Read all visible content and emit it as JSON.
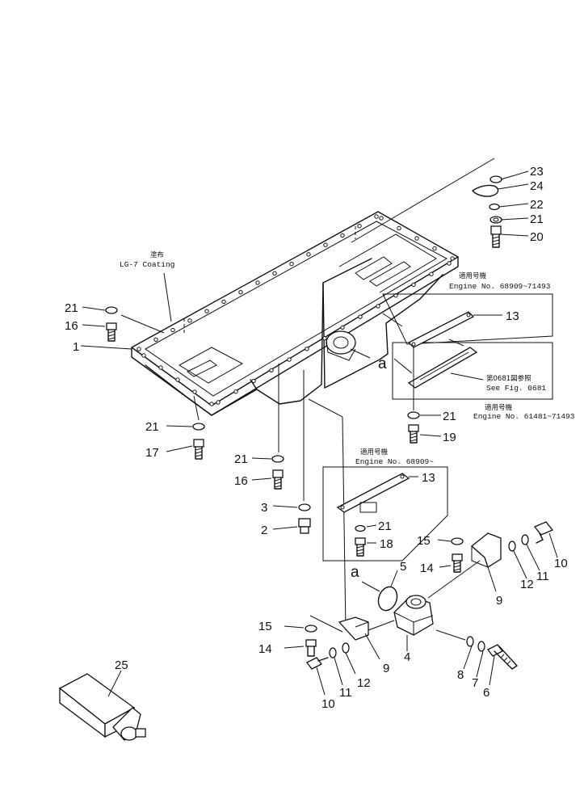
{
  "labels": {
    "p1": "1",
    "p2": "2",
    "p3": "3",
    "p4": "4",
    "p5": "5",
    "p6": "6",
    "p7": "7",
    "p8": "8",
    "p9a": "9",
    "p9b": "9",
    "p10a": "10",
    "p10b": "10",
    "p11a": "11",
    "p11b": "11",
    "p12a": "12",
    "p12b": "12",
    "p13a": "13",
    "p13b": "13",
    "p14a": "14",
    "p14b": "14",
    "p15a": "15",
    "p15b": "15",
    "p16a": "16",
    "p16b": "16",
    "p17": "17",
    "p18": "18",
    "p19": "19",
    "p20": "20",
    "p21a": "21",
    "p21b": "21",
    "p21c": "21",
    "p21d": "21",
    "p21e": "21",
    "p21f": "21",
    "p22": "22",
    "p23": "23",
    "p24": "24",
    "p25": "25",
    "letter_a1": "a",
    "letter_a2": "a"
  },
  "notes": {
    "coating_jp": "塗布",
    "coating_en": "LG-7  Coating",
    "app_a_jp": "適用号機",
    "app_a_en": "Engine  No. 68909~71493",
    "app_b_jp": "第0681図参照",
    "app_b_en": "See  Fig. 0681",
    "app_c_jp": "適用号機",
    "app_c_en": "Engine  No. 61481~71493",
    "app_d_jp": "適用号機",
    "app_d_en": "Engine  No. 68909~"
  }
}
